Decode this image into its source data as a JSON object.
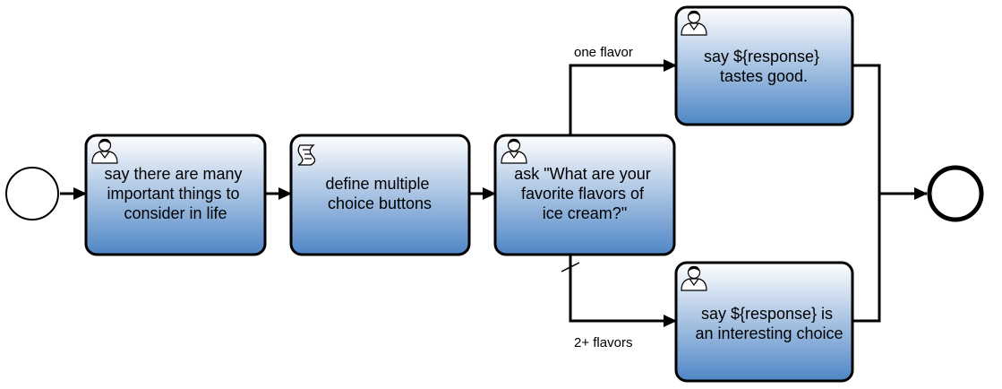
{
  "diagram": {
    "colors": {
      "task_gradient_top": "#ffffff",
      "task_gradient_bottom": "#4f86c6",
      "stroke": "#000000",
      "icon_fill": "#ffffff"
    },
    "start_event": {
      "icon": "start-event-circle"
    },
    "end_event": {
      "icon": "end-event-circle"
    },
    "tasks": {
      "say_many": {
        "type": "user",
        "icon": "user-icon",
        "lines": [
          "say there are many",
          "important things to",
          "consider in life"
        ]
      },
      "define_buttons": {
        "type": "script",
        "icon": "script-icon",
        "lines": [
          "define multiple",
          "choice buttons"
        ]
      },
      "ask_flavors": {
        "type": "user",
        "icon": "user-icon",
        "lines": [
          "ask \"What are your",
          "favorite flavors of",
          "ice cream?\""
        ]
      },
      "say_tastes_good": {
        "type": "user",
        "icon": "user-icon",
        "lines": [
          "say ${response}",
          "tastes good."
        ]
      },
      "say_interesting": {
        "type": "user",
        "icon": "user-icon",
        "lines": [
          "say ${response} is",
          "an interesting choice"
        ]
      }
    },
    "flows": {
      "one_flavor": {
        "label": "one flavor"
      },
      "two_plus_flavors": {
        "label": "2+ flavors",
        "default": true
      }
    }
  }
}
